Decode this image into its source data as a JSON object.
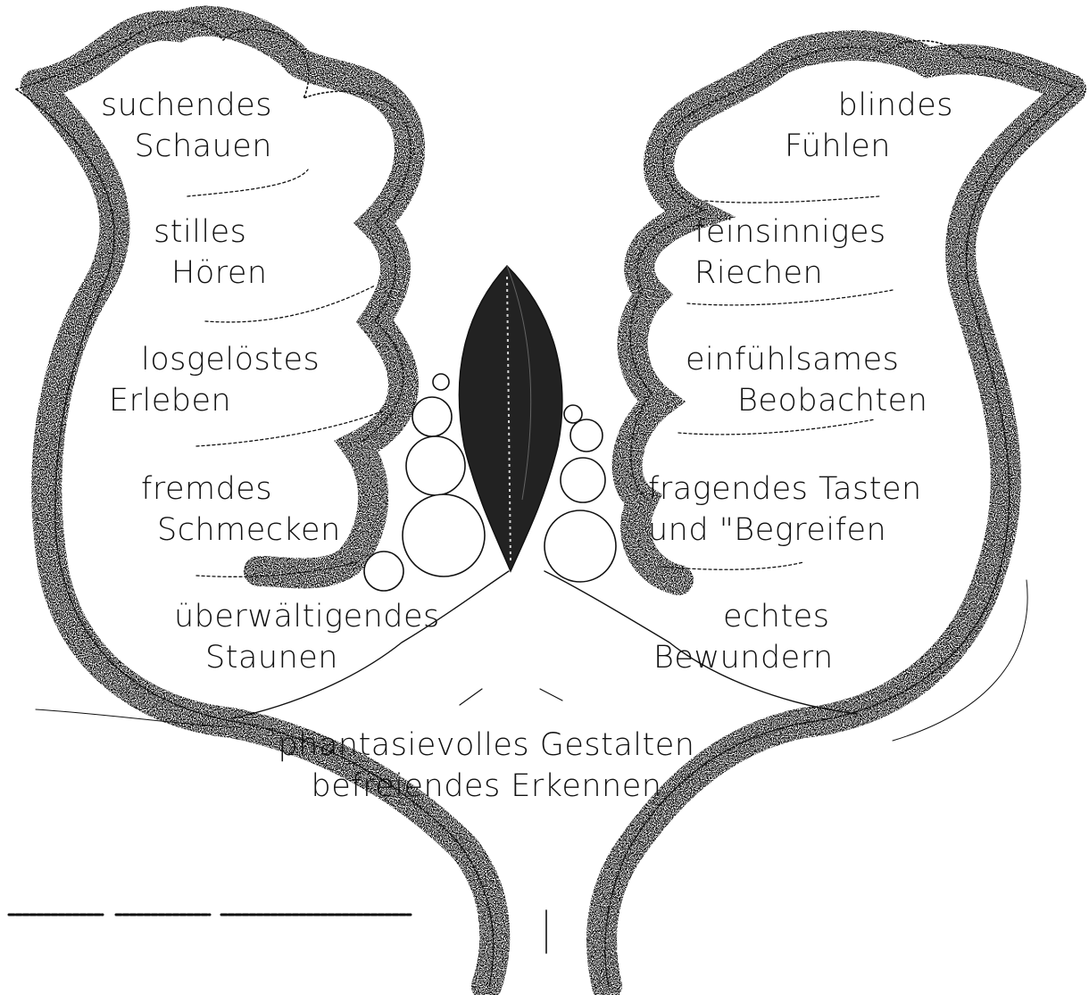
{
  "ink_color": "#111111",
  "paper_color": "#ffffff",
  "left_petals": [
    {
      "lines": [
        "suchendes",
        "Schauen"
      ]
    },
    {
      "lines": [
        "stilles",
        "Hören"
      ]
    },
    {
      "lines": [
        "losgelöstes",
        "Erleben"
      ]
    },
    {
      "lines": [
        "fremdes",
        "Schmecken"
      ]
    },
    {
      "lines": [
        "überwältigendes",
        "Staunen"
      ]
    }
  ],
  "right_petals": [
    {
      "lines": [
        "blindes",
        "Fühlen"
      ]
    },
    {
      "lines": [
        "feinsinniges",
        "Riechen"
      ]
    },
    {
      "lines": [
        "einfühlsames",
        "Beobachten"
      ]
    },
    {
      "lines": [
        "fragendes Tasten",
        "und \"Begreifen"
      ]
    },
    {
      "lines": [
        "echtes",
        "Bewundern"
      ]
    }
  ],
  "base": {
    "lines": [
      "phantasievolles Gestalten",
      "befreiendes Erkennen"
    ]
  }
}
